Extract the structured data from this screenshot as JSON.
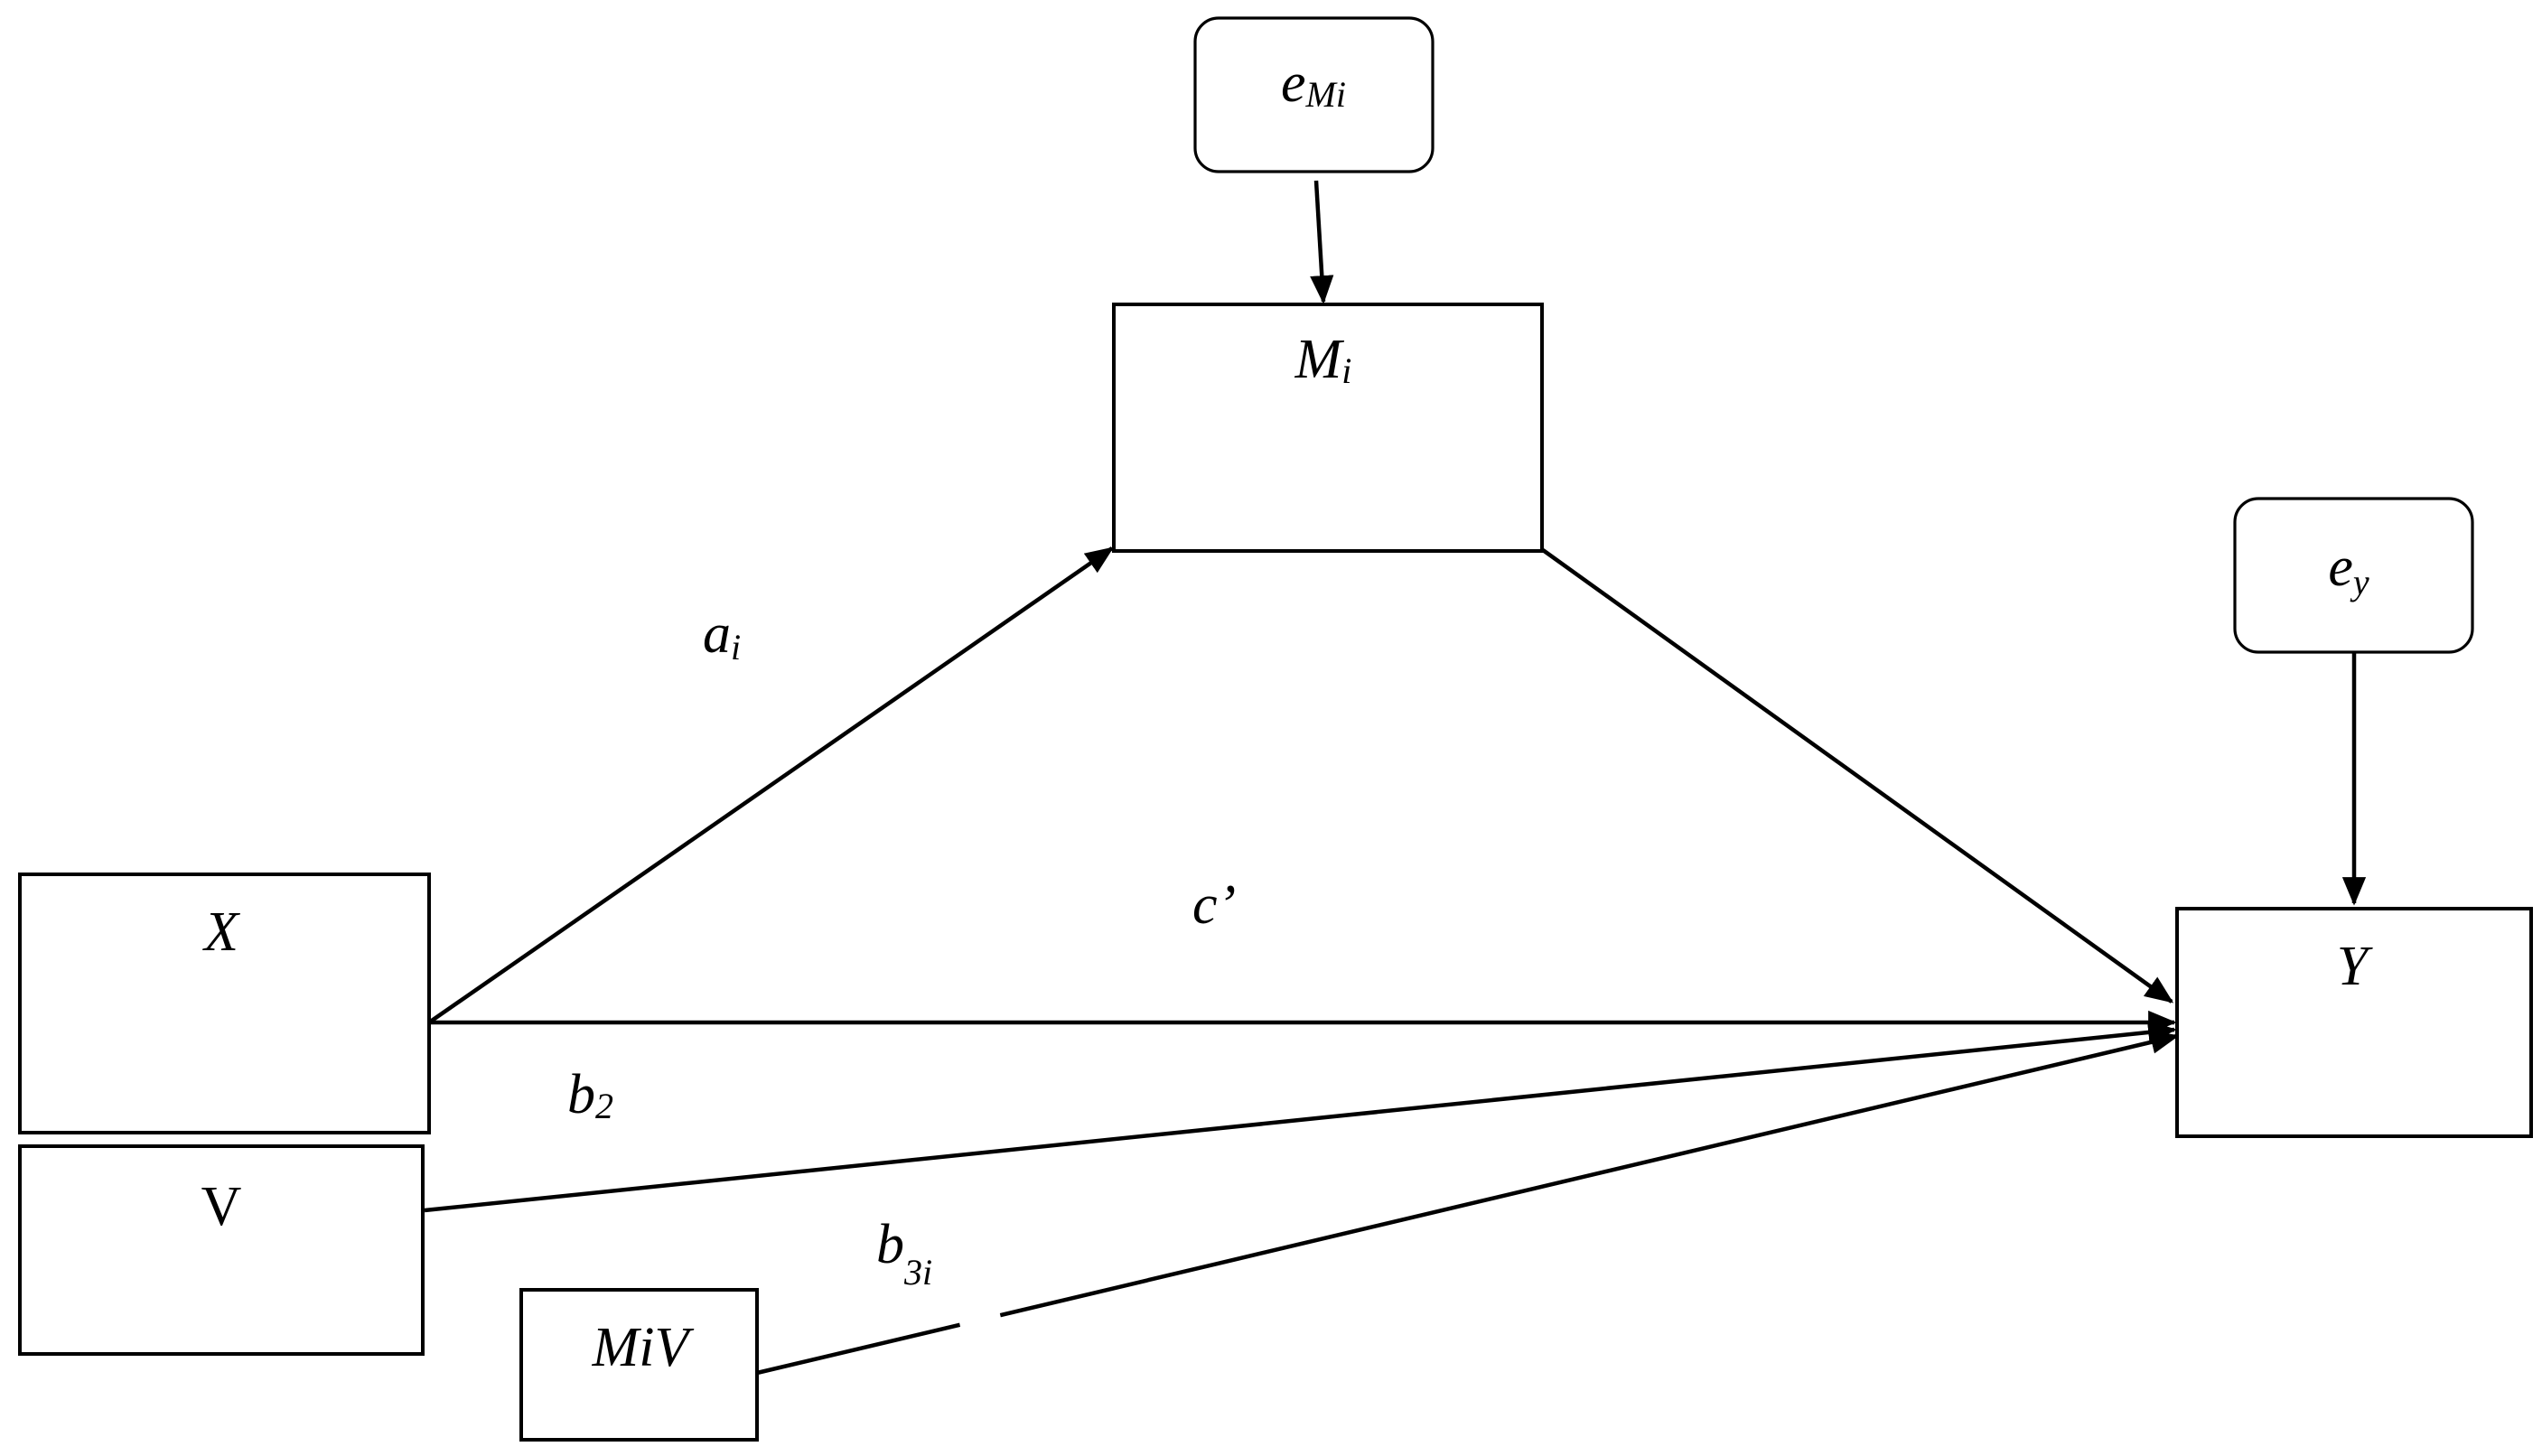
{
  "diagram": {
    "nodes": {
      "e_m": {
        "base": "e",
        "sub": "Mi"
      },
      "m": {
        "base": "M",
        "sub": "i"
      },
      "e_y": {
        "base": "e",
        "sub": "y"
      },
      "x": {
        "text": "X"
      },
      "v": {
        "text": "V"
      },
      "miv": {
        "text": "MiV"
      },
      "y": {
        "text": "Y"
      }
    },
    "edge_labels": {
      "a": {
        "base": "a",
        "sub": "i"
      },
      "c": {
        "text": "c’"
      },
      "b2": {
        "base": "b",
        "sub": "2"
      },
      "b3": {
        "base": "b",
        "sub": "3i"
      }
    },
    "edges": [
      {
        "from": "e_m",
        "to": "m"
      },
      {
        "from": "e_y",
        "to": "y"
      },
      {
        "from": "x",
        "to": "m",
        "label": "a"
      },
      {
        "from": "m",
        "to": "y"
      },
      {
        "from": "x",
        "to": "y",
        "label": "c"
      },
      {
        "from": "v",
        "to": "y",
        "label": "b2"
      },
      {
        "from": "miv",
        "to": "y",
        "label": "b3"
      }
    ]
  }
}
